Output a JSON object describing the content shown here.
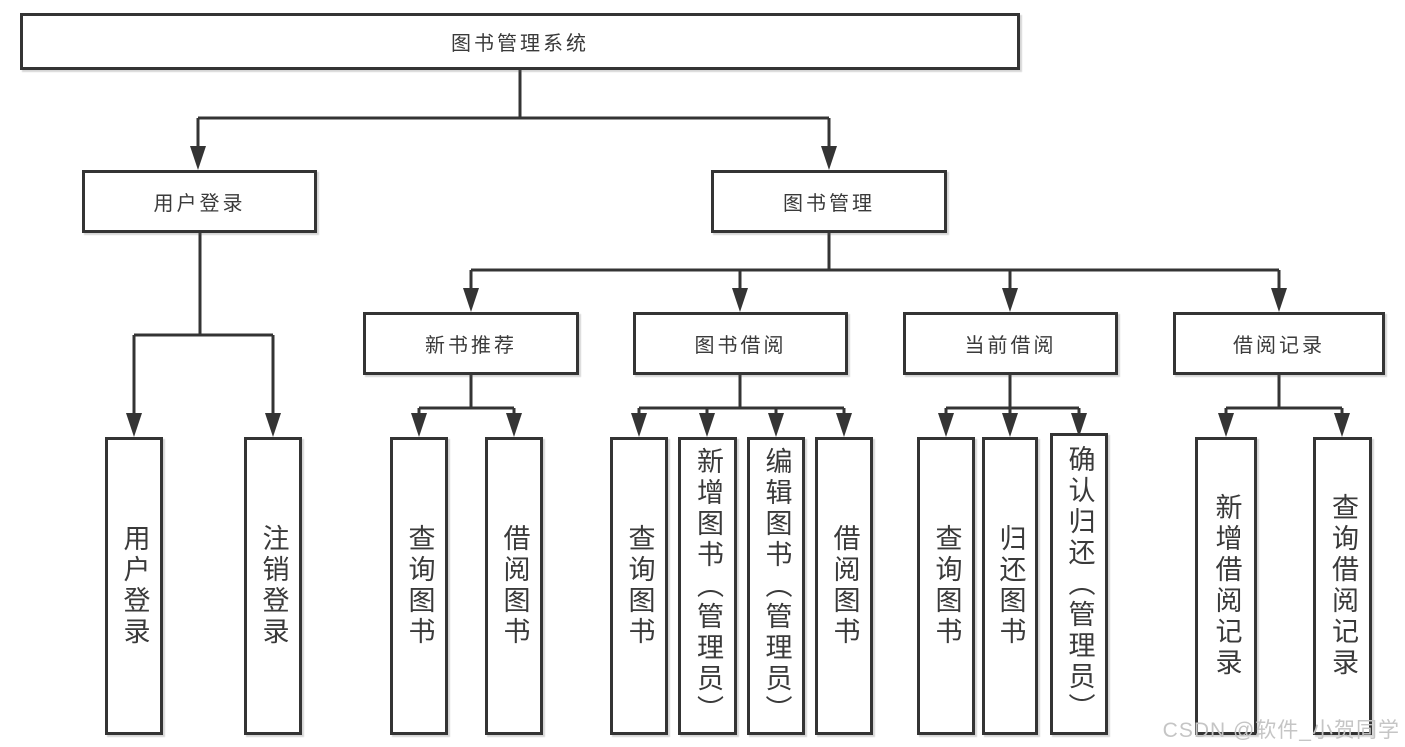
{
  "diagram": {
    "root": {
      "label": "图书管理系统"
    },
    "branches": [
      {
        "label": "用户登录",
        "children": [
          {
            "label": "用户登录"
          },
          {
            "label": "注销登录"
          }
        ]
      },
      {
        "label": "图书管理",
        "children": [
          {
            "label": "新书推荐",
            "children": [
              {
                "label": "查询图书"
              },
              {
                "label": "借阅图书"
              }
            ]
          },
          {
            "label": "图书借阅",
            "children": [
              {
                "label": "查询图书"
              },
              {
                "label": "新增图书（管理员）"
              },
              {
                "label": "编辑图书（管理员）"
              },
              {
                "label": "借阅图书"
              }
            ]
          },
          {
            "label": "当前借阅",
            "children": [
              {
                "label": "查询图书"
              },
              {
                "label": "归还图书"
              },
              {
                "label": "确认归还（管理员）"
              }
            ]
          },
          {
            "label": "借阅记录",
            "children": [
              {
                "label": "新增借阅记录"
              },
              {
                "label": "查询借阅记录"
              }
            ]
          }
        ]
      }
    ],
    "watermark": "CSDN @软件_小贺同学",
    "colors": {
      "line": "#343434",
      "text": "#3a3a3a",
      "watermark": "#c5c5c5",
      "background": "#ffffff"
    }
  }
}
